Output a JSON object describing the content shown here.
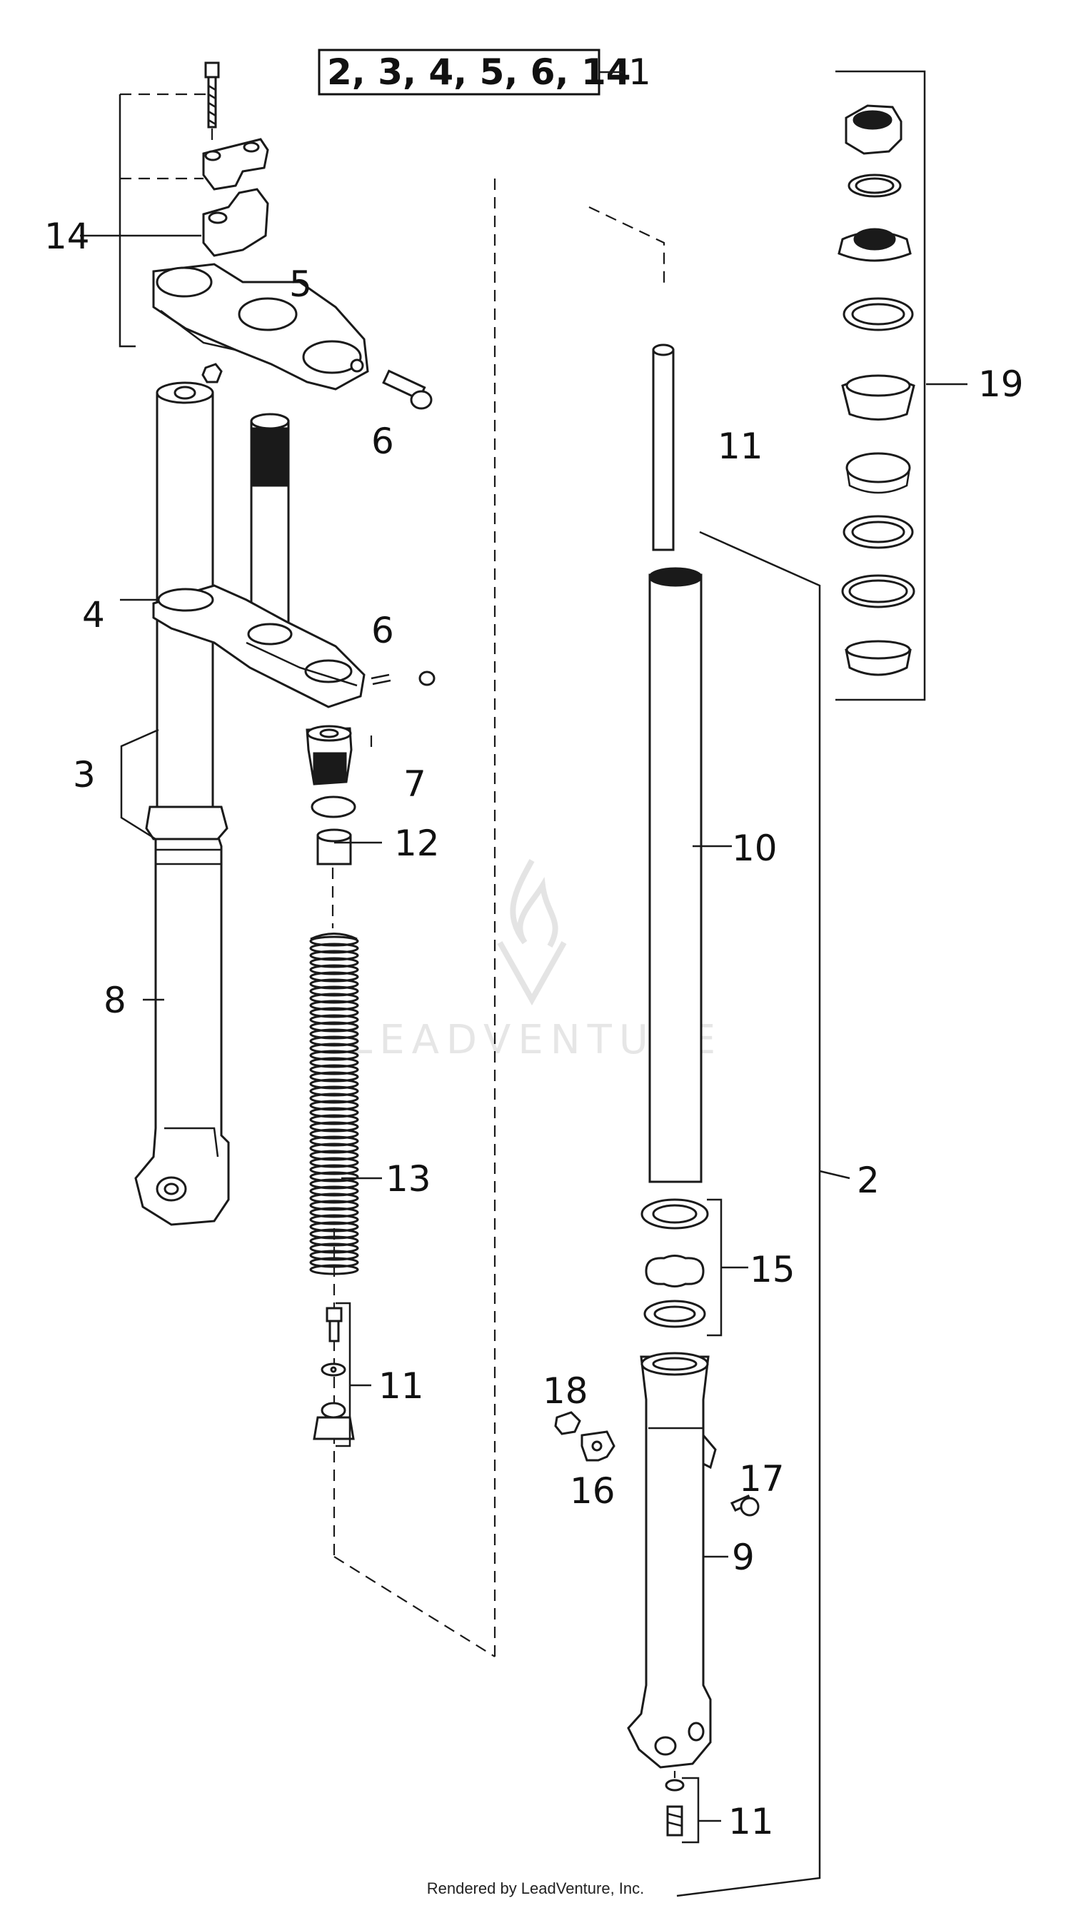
{
  "assembly_box": {
    "text": "2, 3, 4, 5, 6, 14",
    "ref": "1"
  },
  "callouts": {
    "c14": "14",
    "c5": "5",
    "c6a": "6",
    "c11a": "11",
    "c19": "19",
    "c4": "4",
    "c6b": "6",
    "c3": "3",
    "c7": "7",
    "c12": "12",
    "c10": "10",
    "c8": "8",
    "c13": "13",
    "c2": "2",
    "c15": "15",
    "c11b": "11",
    "c18": "18",
    "c16": "16",
    "c17": "17",
    "c9": "9",
    "c11c": "11"
  },
  "watermark": "LEADVENTURE",
  "footer": "Rendered by LeadVenture, Inc."
}
